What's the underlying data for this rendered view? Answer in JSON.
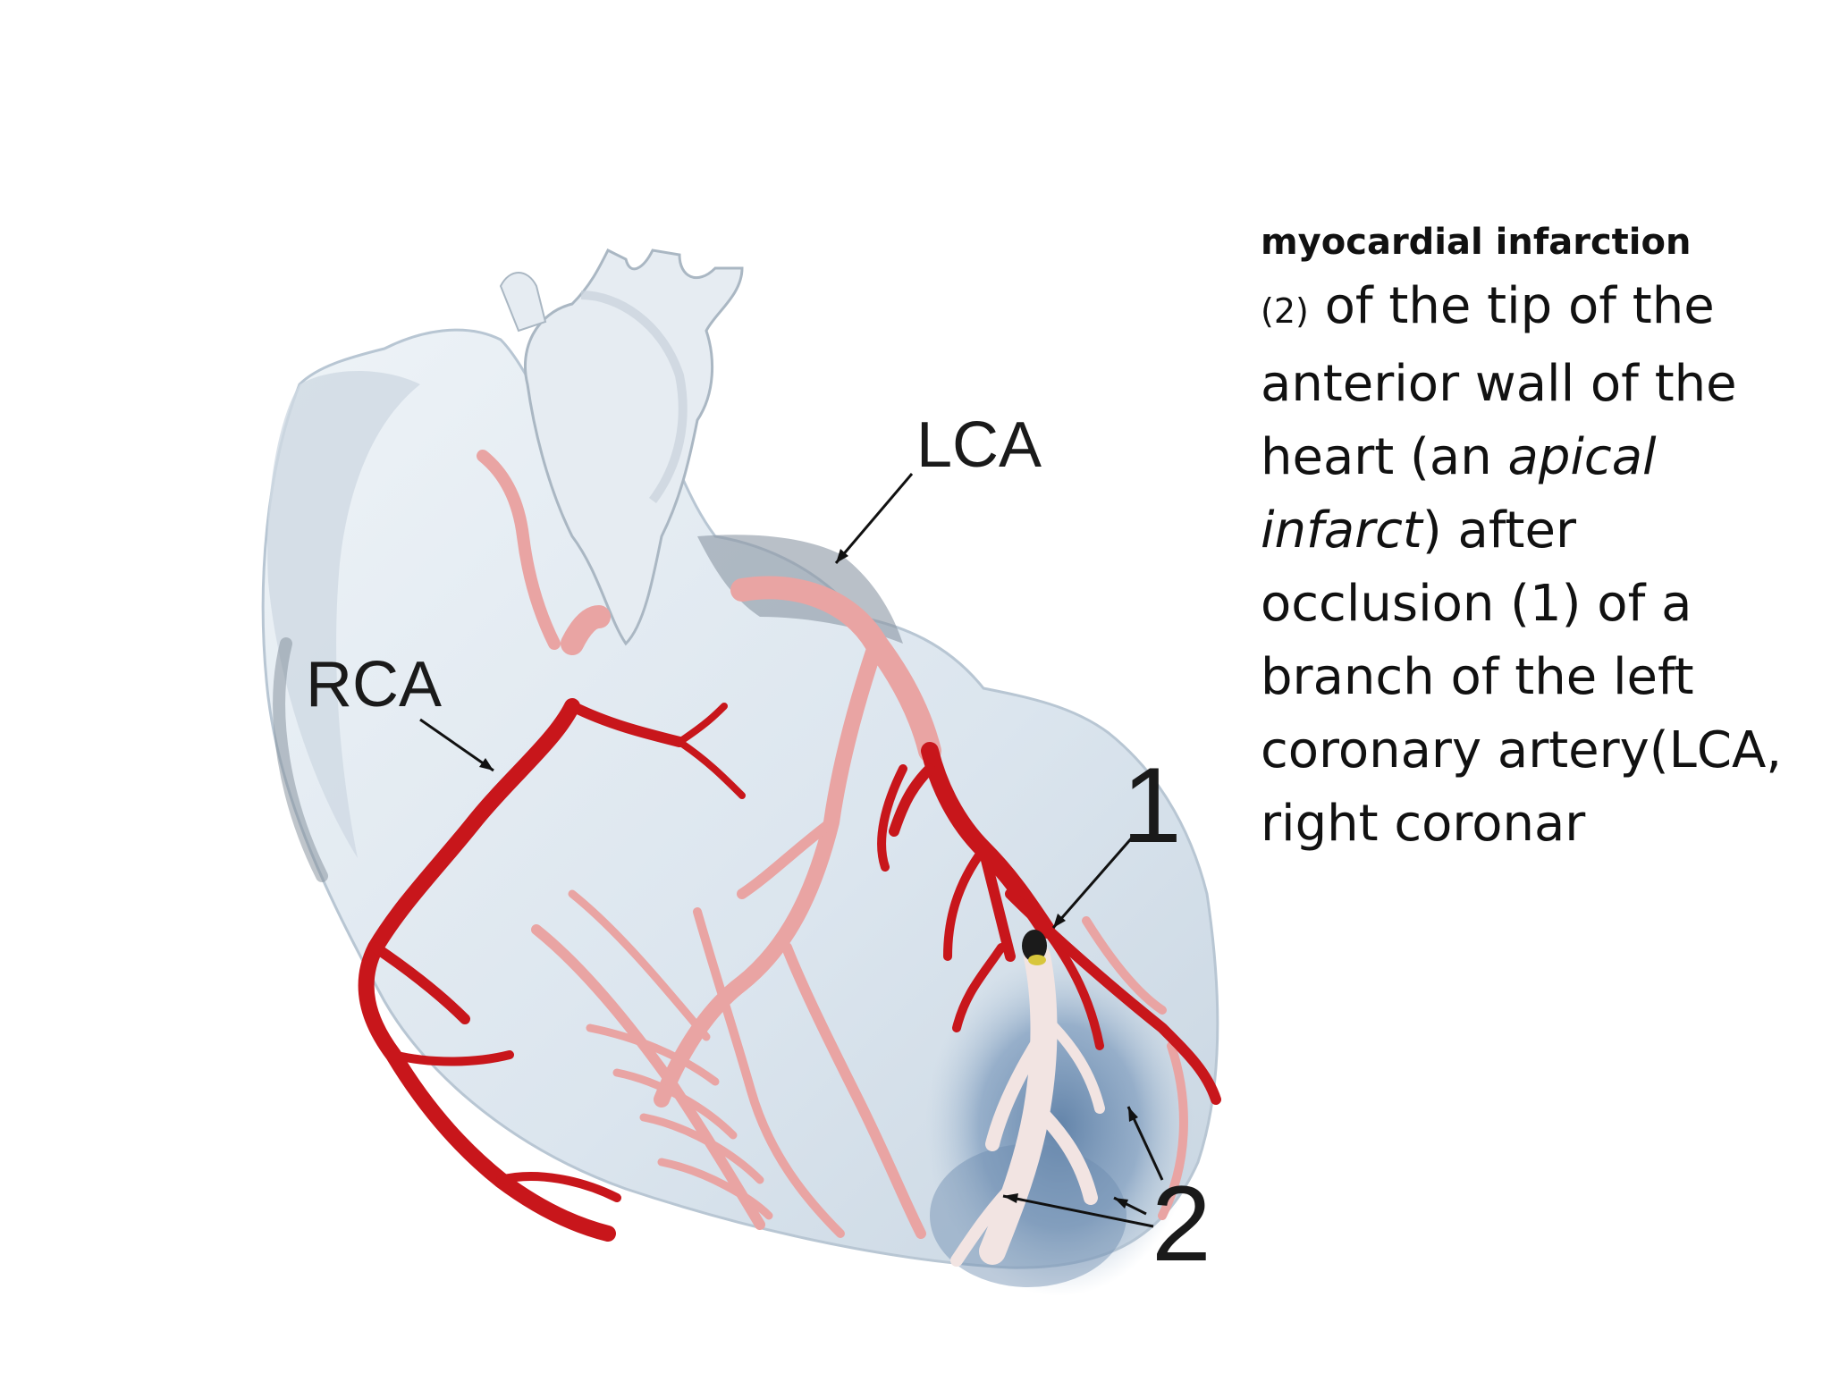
{
  "labels": {
    "lca": "LCA",
    "rca": "RCA",
    "occlusion": "1",
    "infarct": "2"
  },
  "caption": {
    "heading": "myocardial infarction",
    "num": "(2)",
    "part1": " of the tip of the anterior wall of the heart (an ",
    "italic": "apical infarct",
    "part2": ") after occlusion (1) of a branch of the left coronary artery(LCA, right coronar"
  },
  "colors": {
    "heart": "#dde6ee",
    "artery_red": "#c8161b",
    "artery_pink": "#e9a4a3",
    "infarct_blue": "#5d7fa6",
    "occluded_vessel": "#f2e4e2",
    "occlusion": "#1b1b1b"
  }
}
